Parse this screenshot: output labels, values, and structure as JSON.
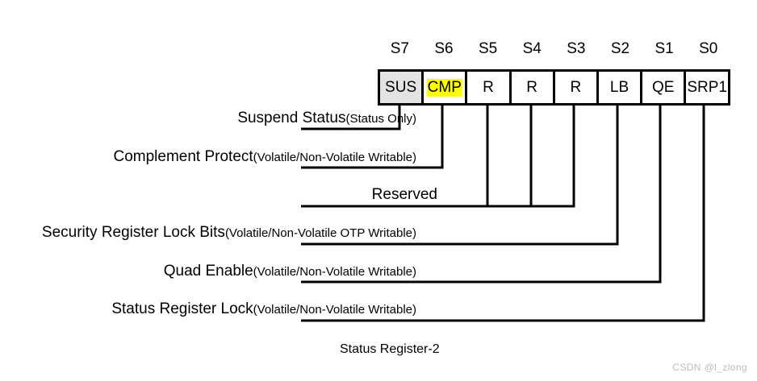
{
  "register": {
    "caption": "Status Register-2",
    "bit_indices": [
      "S7",
      "S6",
      "S5",
      "S4",
      "S3",
      "S2",
      "S1",
      "S0"
    ],
    "cells": [
      {
        "label": "SUS",
        "bit": "S7",
        "shaded": true,
        "highlight": false
      },
      {
        "label": "CMP",
        "bit": "S6",
        "shaded": false,
        "highlight": true
      },
      {
        "label": "R",
        "bit": "S5",
        "shaded": false,
        "highlight": false
      },
      {
        "label": "R",
        "bit": "S4",
        "shaded": false,
        "highlight": false
      },
      {
        "label": "R",
        "bit": "S3",
        "shaded": false,
        "highlight": false
      },
      {
        "label": "LB",
        "bit": "S2",
        "shaded": false,
        "highlight": false
      },
      {
        "label": "QE",
        "bit": "S1",
        "shaded": false,
        "highlight": false
      },
      {
        "label": "SRP1",
        "bit": "S0",
        "shaded": false,
        "highlight": false
      }
    ]
  },
  "descriptions": [
    {
      "name": "Suspend Status",
      "note": "(Status Only)"
    },
    {
      "name": "Complement Protect",
      "note": "(Volatile/Non-Volatile Writable)"
    },
    {
      "name": "Reserved",
      "note": ""
    },
    {
      "name": "Security Register Lock Bits",
      "note": "(Volatile/Non-Volatile OTP Writable)"
    },
    {
      "name": "Quad Enable",
      "note": "(Volatile/Non-Volatile Writable)"
    },
    {
      "name": "Status Register Lock",
      "note": "(Volatile/Non-Volatile Writable)"
    }
  ],
  "watermark": "CSDN @l_zlong",
  "colors": {
    "stroke": "#000000",
    "highlight": "#ffff00",
    "shaded_cell": "#e3e3e3",
    "background": "#ffffff",
    "watermark": "#bdbdbd"
  }
}
